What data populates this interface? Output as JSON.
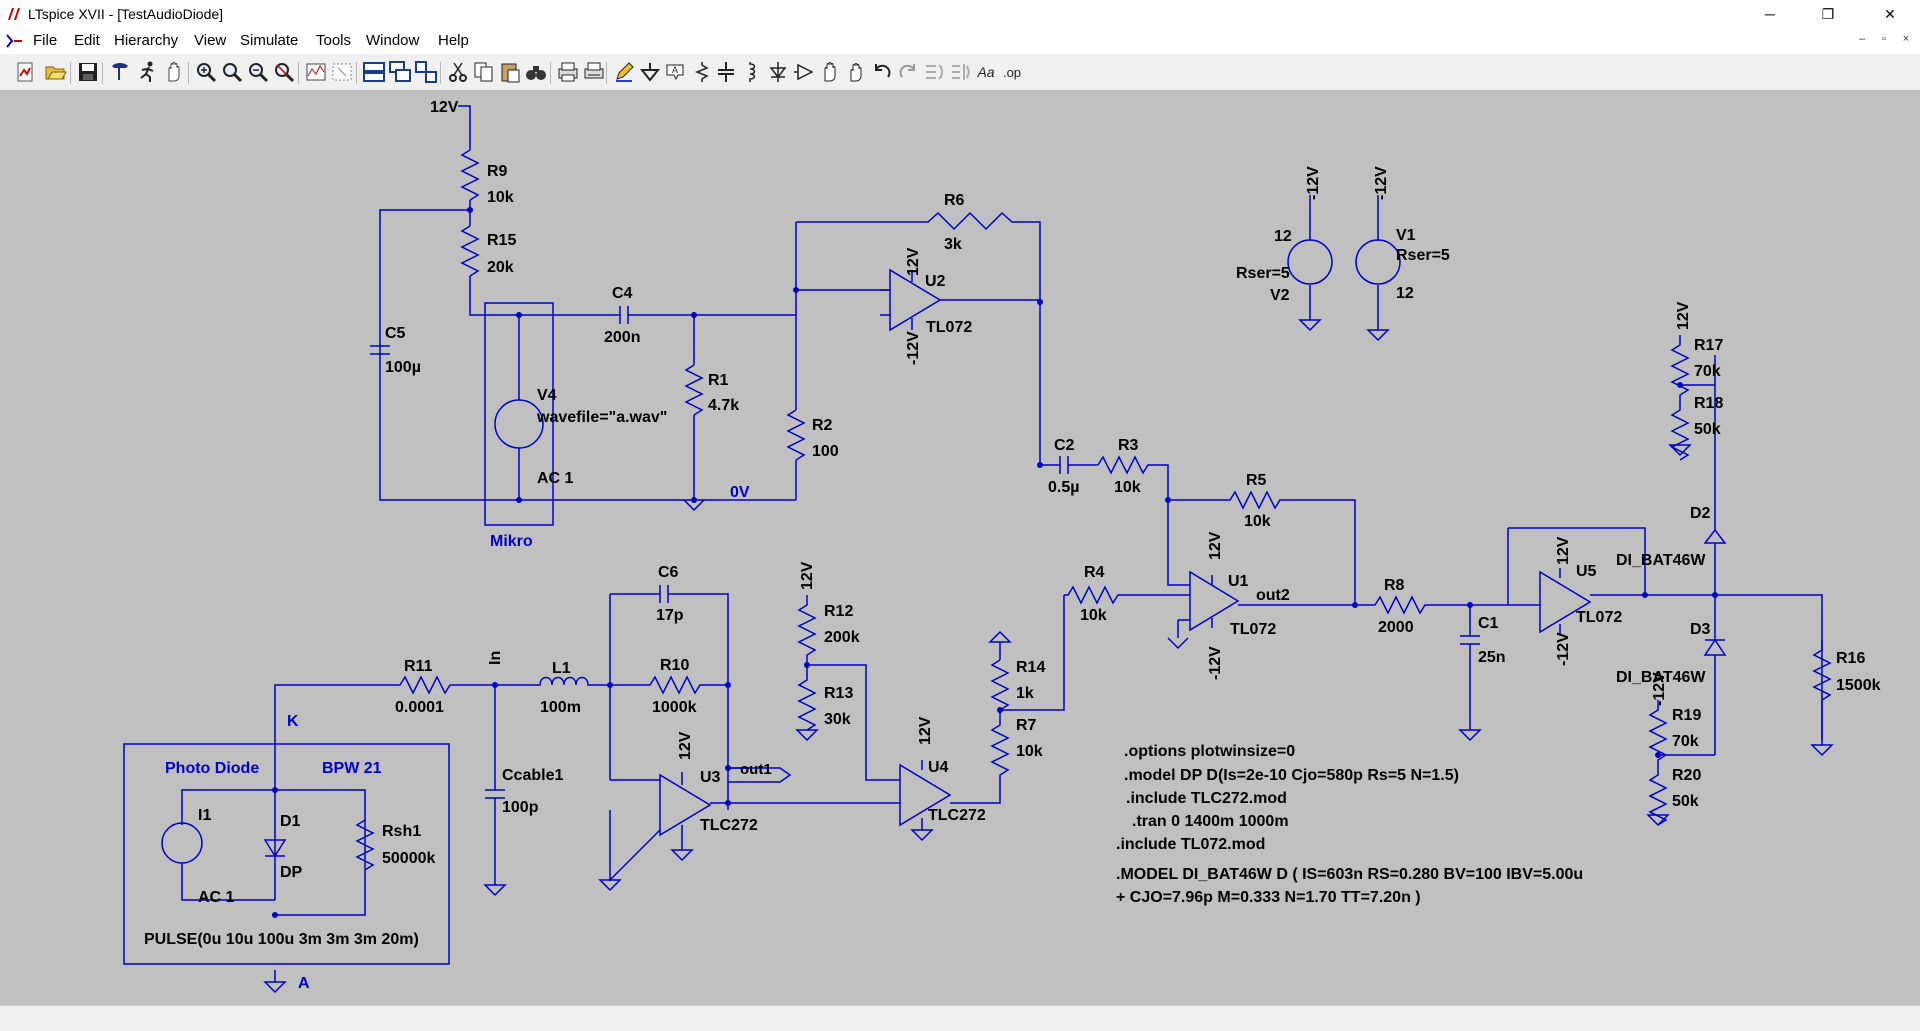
{
  "window": {
    "title": "LTspice XVII - [TestAudioDiode]",
    "controls": {
      "minimize": "─",
      "maximize": "❐",
      "close": "✕"
    },
    "mdi_controls": {
      "minimize": "–",
      "restore": "▫",
      "close": "×"
    }
  },
  "menu": [
    "File",
    "Edit",
    "Hierarchy",
    "View",
    "Simulate",
    "Tools",
    "Window",
    "Help"
  ],
  "toolbar": {
    "icons": [
      "new-schematic-icon",
      "open-icon",
      "save-icon",
      "control-panel-icon",
      "run-icon",
      "halt-icon",
      "zoom-in-icon",
      "pan-icon",
      "zoom-out-icon",
      "zoom-fit-icon",
      "autorange-icon",
      "tile-icon",
      "cascade-icon",
      "close-window-icon",
      "cut-icon",
      "copy-icon",
      "paste-icon",
      "find-icon",
      "print-icon",
      "print-setup-icon",
      "pencil-icon",
      "ground-icon",
      "label-net-icon",
      "resistor-icon",
      "capacitor-icon",
      "inductor-icon",
      "diode-icon",
      "component-icon",
      "move-icon",
      "drag-icon",
      "undo-icon",
      "redo-icon",
      "rotate-icon",
      "mirror-icon",
      "text-icon",
      "spice-directive-icon"
    ],
    "text_label": "Aa",
    "op_label": ".op"
  },
  "colors": {
    "wire": "#0000c8",
    "schematic_bg": "#c0c0c0",
    "text": "#000000"
  },
  "schematic": {
    "labels": {
      "v12_top": "12V",
      "R9": "R9",
      "R9_val": "10k",
      "R15": "R15",
      "R15_val": "20k",
      "R6": "R6",
      "R6_val": "3k",
      "C5": "C5",
      "C5_val": "100µ",
      "C4": "C4",
      "C4_val": "200n",
      "V4": "V4",
      "V4_val": "wavefile=\"a.wav\"",
      "V4_ac": "AC 1",
      "R1": "R1",
      "R1_val": "4.7k",
      "R2": "R2",
      "R2_val": "100",
      "zero_v": "0V",
      "mikro": "Mikro",
      "U2_vp": "12V",
      "U2": "U2",
      "U2_vn": "-12V",
      "U2_model": "TL072",
      "V2_top": "-12V",
      "V2_name": "12",
      "V2_rser": "Rser=5",
      "V2": "V2",
      "V1_top": "-12V",
      "V1": "V1",
      "V1_rser": "Rser=5",
      "V1_val": "12",
      "R17_top": "12V",
      "R17": "R17",
      "R17_val": "70k",
      "R18": "R18",
      "R18_val": "50k",
      "C2": "C2",
      "C2_val": "0.5µ",
      "R3": "R3",
      "R3_val": "10k",
      "R5": "R5",
      "R5_val": "10k",
      "U1_vp": "12V",
      "U1": "U1",
      "U1_vn": "-12V",
      "U1_model": "TL072",
      "out2": "out2",
      "R4": "R4",
      "R4_val": "10k",
      "R8": "R8",
      "R8_val": "2000",
      "C1": "C1",
      "C1_val": "25n",
      "U5_vp": "12V",
      "U5": "U5",
      "U5_vn": "-12V",
      "U5_model": "TL072",
      "D2": "D2",
      "D2_model": "DI_BAT46W",
      "D3": "D3",
      "D3_model": "DI_BAT46W",
      "R19_top": "-12V",
      "R19": "R19",
      "R19_val": "70k",
      "R20": "R20",
      "R20_val": "50k",
      "R16": "R16",
      "R16_val": "1500k",
      "C6": "C6",
      "C6_val": "17p",
      "R12_top": "12V",
      "R12": "R12",
      "R12_val": "200k",
      "R13": "R13",
      "R13_val": "30k",
      "R11": "R11",
      "R11_val": "0.0001",
      "In": "In",
      "L1": "L1",
      "L1_val": "100m",
      "R10": "R10",
      "R10_val": "1000k",
      "R14": "R14",
      "R14_val": "1k",
      "R7": "R7",
      "R7_val": "10k",
      "U3_vp": "12V",
      "U3": "U3",
      "U3_model": "TLC272",
      "out1": "out1",
      "U4_vp": "12V",
      "U4": "U4",
      "U4_model": "TLC272",
      "Ccable1": "Ccable1",
      "Ccable1_val": "100p",
      "K": "K",
      "A": "A",
      "photo_diode": "Photo Diode",
      "bpw21": "BPW 21",
      "I1": "I1",
      "I1_ac": "AC 1",
      "D1": "D1",
      "D1_model": "DP",
      "Rsh1": "Rsh1",
      "Rsh1_val": "50000k",
      "pulse": "PULSE(0u 10u 100u 3m 3m 3m 20m)"
    },
    "directives": [
      ".options plotwinsize=0",
      ".model DP D(Is=2e-10 Cjo=580p Rs=5 N=1.5)",
      ".include TLC272.mod",
      ".tran 0 1400m 1000m",
      ".include TL072.mod",
      ".MODEL DI_BAT46W D  ( IS=603n RS=0.280 BV=100 IBV=5.00u",
      "+ CJO=7.96p  M=0.333 N=1.70 TT=7.20n )"
    ]
  }
}
